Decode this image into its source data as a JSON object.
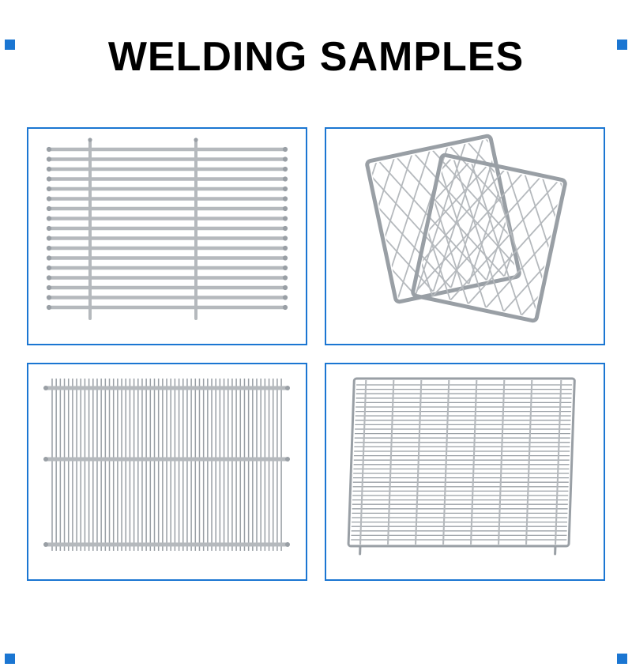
{
  "page": {
    "title": "WELDING SAMPLES"
  },
  "colors": {
    "accent_blue": "#1b76d2",
    "background": "#ffffff",
    "wire_light": "#b5b9bd",
    "wire_dark": "#999fa5"
  },
  "panels": [
    {
      "id": "horizontal-rod-grate",
      "icon": "horizontal-rod-welded-grate-image"
    },
    {
      "id": "overlapping-mesh-frames",
      "icon": "two-overlapping-diagonal-mesh-frames-image"
    },
    {
      "id": "vertical-rod-grate",
      "icon": "dense-vertical-rod-grate-image"
    },
    {
      "id": "wire-mesh-tray",
      "icon": "welded-wire-mesh-tray-image"
    }
  ]
}
